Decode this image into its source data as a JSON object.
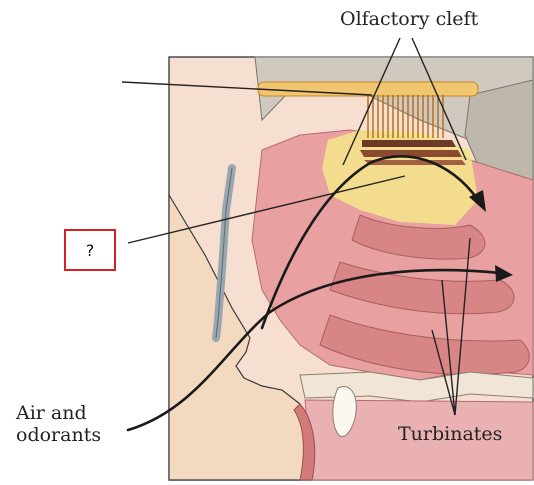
{
  "labels": {
    "olfactory_cleft": "Olfactory cleft",
    "air_line1": "Air and",
    "air_line2": "odorants",
    "turbinates": "Turbinates"
  },
  "question_box": {
    "text": "?",
    "border_color": "#d42020"
  },
  "colors": {
    "skin": "#f3d9c0",
    "mucosa": "#e8a0a0",
    "mucosa_dark": "#d88585",
    "olfactory_region": "#f4e48a",
    "bone": "#b9b3a8",
    "nerve": "#c8871e",
    "arrow": "#1a1a1a"
  }
}
